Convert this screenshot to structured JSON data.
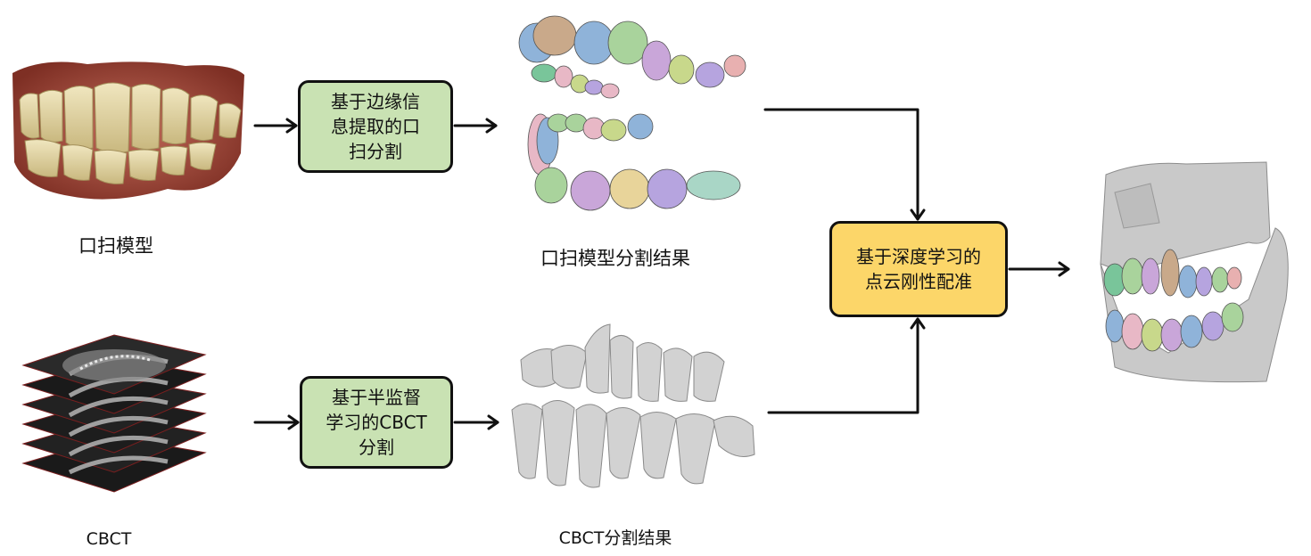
{
  "labels": {
    "intraoral_model": "口扫模型",
    "intraoral_seg_result": "口扫模型分割结果",
    "cbct": "CBCT",
    "cbct_seg_result": "CBCT分割结果"
  },
  "boxes": {
    "intraoral_seg": "基于边缘信\n息提取的口\n扫分割",
    "cbct_seg": "基于半监督\n学习的CBCT\n分割",
    "registration": "基于深度学习的\n点云刚性配准"
  },
  "colors": {
    "green_box": "#c9e2b3",
    "yellow_box": "#fcd669",
    "arrow": "#111111"
  }
}
